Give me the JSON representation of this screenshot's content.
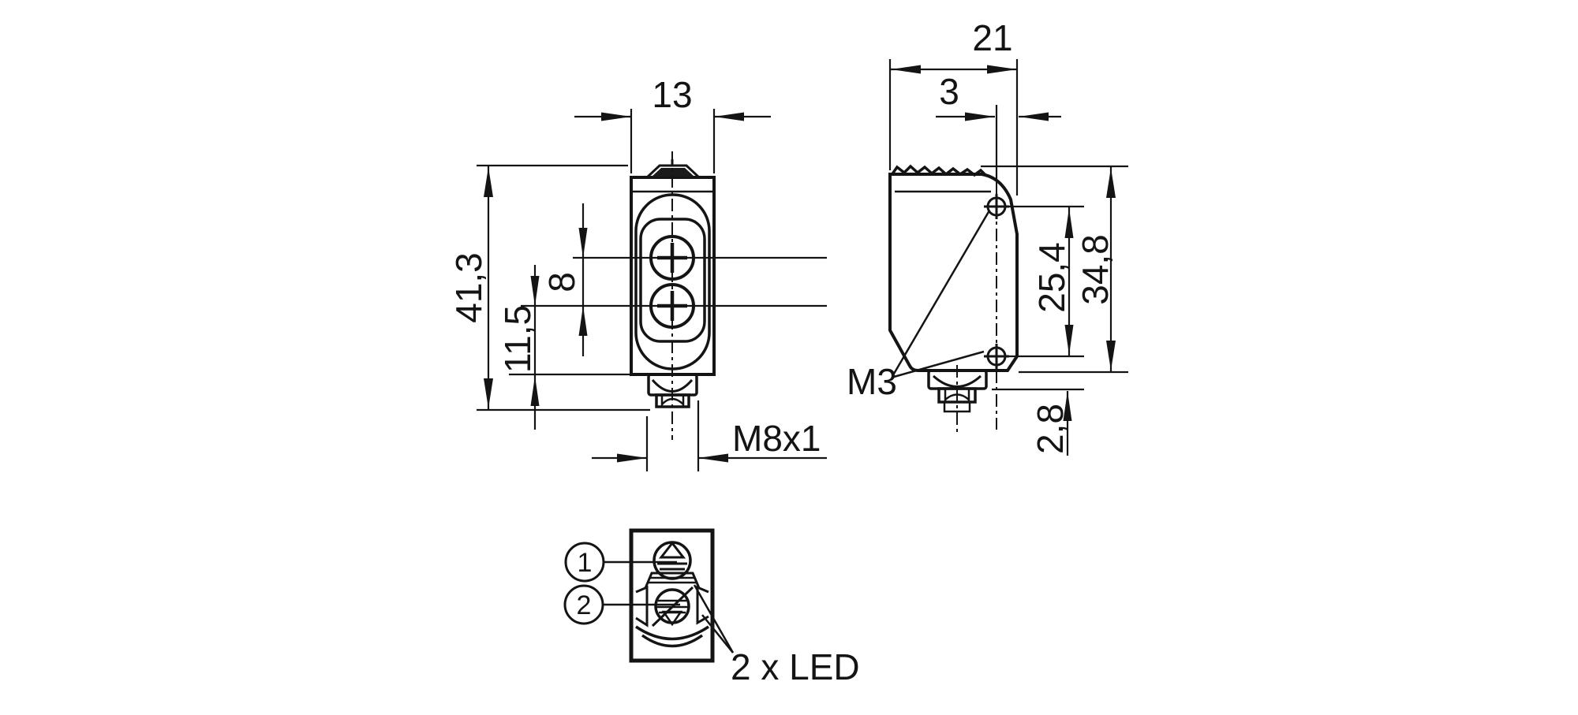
{
  "labels": {
    "front_view": {
      "width": "13",
      "overall_height": "41,3",
      "lens_spacing": "8",
      "lens_to_bottom": "11,5",
      "connector_thread": "M8x1"
    },
    "side_view": {
      "depth": "21",
      "hole_axis_to_back": "3",
      "mounting_hole_spacing": "25,4",
      "housing_height": "34,8",
      "connector_offset": "2,8",
      "mounting_thread": "M3"
    },
    "bottom_view": {
      "callout_1": "1",
      "callout_2": "2",
      "led_label": "2 x LED"
    }
  },
  "colors": {
    "ink": "#141414",
    "background": "#ffffff"
  }
}
